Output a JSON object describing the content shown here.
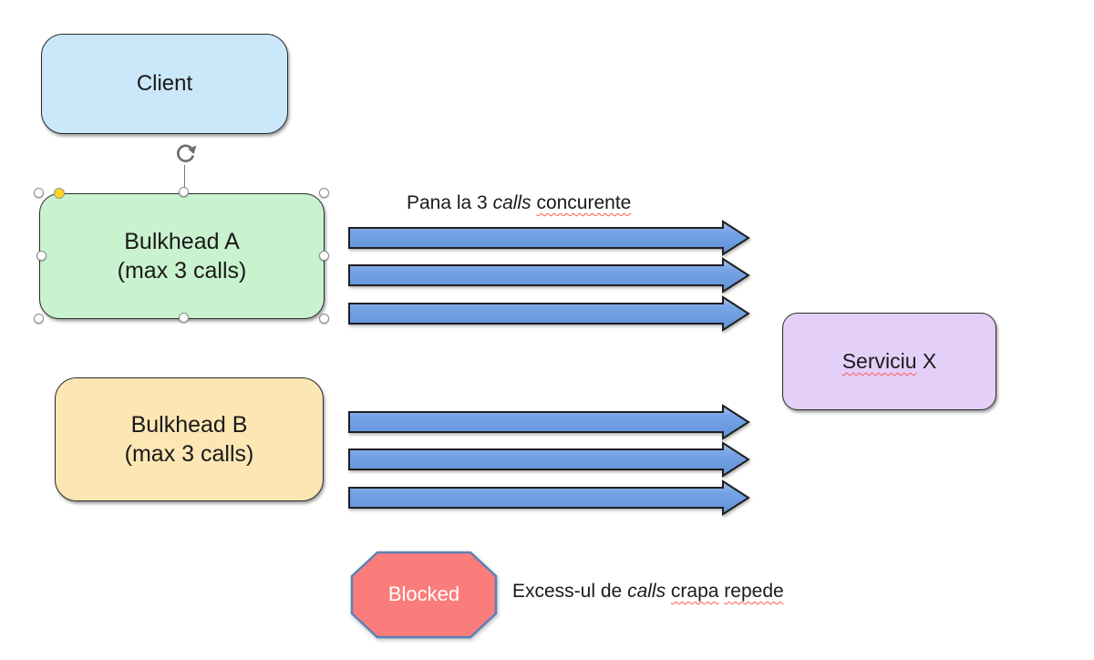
{
  "shapes": {
    "client": {
      "label": "Client"
    },
    "bulkhead_a": {
      "label_line1": "Bulkhead A",
      "label_line2": "(max 3 calls)",
      "selected": true
    },
    "bulkhead_b": {
      "label_line1": "Bulkhead B",
      "label_line2": "(max 3 calls)"
    },
    "service": {
      "label_segments": [
        {
          "text": "Serviciu",
          "style": "misspelled"
        },
        {
          "text": " X",
          "style": "plain"
        }
      ]
    },
    "blocked": {
      "label": "Blocked"
    }
  },
  "annotations": {
    "top": {
      "segments": [
        {
          "text": "Pana la 3 ",
          "style": "plain"
        },
        {
          "text": "calls",
          "style": "italic"
        },
        {
          "text": " ",
          "style": "plain"
        },
        {
          "text": "concurente",
          "style": "misspelled"
        }
      ]
    },
    "bottom": {
      "segments": [
        {
          "text": "Excess-ul de ",
          "style": "plain"
        },
        {
          "text": "calls",
          "style": "italic"
        },
        {
          "text": " ",
          "style": "plain"
        },
        {
          "text": "crapa",
          "style": "misspelled"
        },
        {
          "text": " ",
          "style": "plain"
        },
        {
          "text": "repede",
          "style": "misspelled"
        }
      ]
    }
  },
  "arrows": {
    "group_a_count": 3,
    "group_b_count": 3
  },
  "colors": {
    "client_fill": "#CBE7FA",
    "bulkhead_a_fill": "#C9F2CE",
    "bulkhead_b_fill": "#FCE6B4",
    "service_fill": "#E4CFF8",
    "blocked_fill": "#FB7D7B",
    "blocked_border": "#5C80B6",
    "blocked_text": "#FFFFFF",
    "shape_border": "#2B2B2B",
    "arrow_fill_top": "#A6C3F0",
    "arrow_fill_mid": "#79A5E6",
    "arrow_fill_bottom": "#6090D9",
    "arrow_outline": "#1F1F1F",
    "squiggle": "#FF5A52",
    "handle_fill": "#FFFFFF",
    "handle_border": "#8C8C8C",
    "adjust_handle_fill": "#FFD21E",
    "rotate_icon": "#6E6E6E",
    "text": "#1A1A1A"
  }
}
